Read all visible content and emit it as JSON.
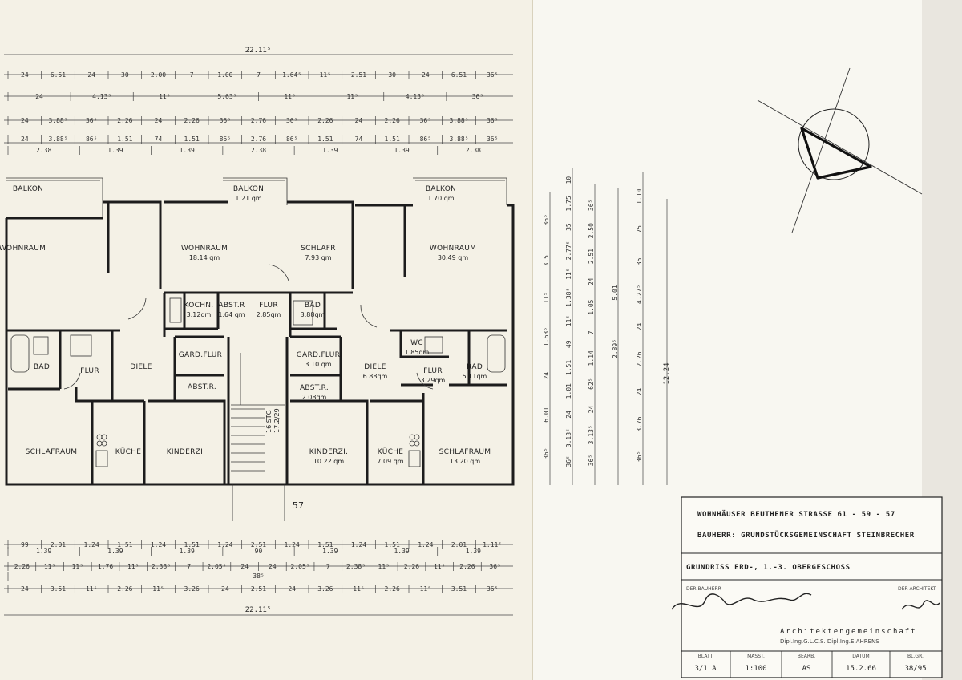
{
  "overall_dimension": "22.11⁵",
  "dimension_rows": {
    "top": [
      [
        "24",
        "6.51",
        "24",
        "30",
        "2.00",
        "7",
        "1.00",
        "7",
        "1.64⁵",
        "11⁵",
        "2.51",
        "30",
        "24",
        "6.51",
        "36⁵"
      ],
      [
        "24",
        "4.13⁵",
        "11⁵",
        "5.63⁵",
        "11⁵",
        "11⁵",
        "4.13⁵",
        "36⁵"
      ],
      [
        "24",
        "3.88⁵",
        "36⁵",
        "2.26",
        "24",
        "2.26",
        "36⁵",
        "2.76",
        "36⁵",
        "2.26",
        "24",
        "2.26",
        "36⁵",
        "3.88⁵",
        "36⁵"
      ],
      [
        "24",
        "3.88⁵",
        "86⁵",
        "1.51",
        "74",
        "1.51",
        "86⁵",
        "2.76",
        "86⁵",
        "1.51",
        "74",
        "1.51",
        "86⁵",
        "3.88⁵",
        "36⁵"
      ],
      [
        "2.38",
        "1.39",
        "1.39",
        "2.38",
        "1.39",
        "1.39",
        "2.38"
      ]
    ],
    "bottom": [
      [
        "99",
        "2.01",
        "1.24",
        "1.51",
        "1.24",
        "1.51",
        "1.24",
        "2.51",
        "1.24",
        "1.51",
        "1.24",
        "1.51",
        "1.24",
        "2.01",
        "1.11⁵"
      ],
      [
        "1.39",
        "1.39",
        "1.39",
        "90",
        "1.39",
        "1.39",
        "1.39"
      ],
      [
        "2.26",
        "11⁵",
        "11⁵",
        "1.76",
        "11⁵",
        "2.38⁵",
        "7",
        "2.05⁵",
        "24",
        "24",
        "2.05⁵",
        "7",
        "2.38⁵",
        "11⁵",
        "2.26",
        "11⁵",
        "2.26",
        "36⁵"
      ],
      [
        "38⁵"
      ],
      [
        "24",
        "3.51",
        "11⁵",
        "2.26",
        "11⁵",
        "3.26",
        "24",
        "2.51",
        "24",
        "3.26",
        "11⁵",
        "2.26",
        "11⁵",
        "3.51",
        "36⁵"
      ]
    ],
    "vertical_a": [
      "36⁵",
      "6.01",
      "24",
      "1.63⁵",
      "11⁵",
      "3.51",
      "36⁵"
    ],
    "vertical_b": [
      "36⁵",
      "3.13⁵",
      "24",
      "1.01",
      "1.51",
      "49",
      "11⁵",
      "1.38⁵",
      "11⁵",
      "2.77⁵",
      "35",
      "1.75",
      "10"
    ],
    "vertical_c": [
      "36⁵",
      "3.13⁵",
      "24",
      "62⁵",
      "1.14",
      "7",
      "1.05",
      "24",
      "2.51",
      "2.50",
      "36⁵"
    ],
    "vertical_d": [
      "36⁵",
      "3.76",
      "24",
      "2.26",
      "24",
      "4.27⁵",
      "35",
      "75",
      "1.10"
    ],
    "vertical_e": [
      "2.89⁵",
      "5.01"
    ],
    "vertical_total": "12.24"
  },
  "rooms": [
    {
      "name": "BALKON",
      "area": ""
    },
    {
      "name": "BALKON",
      "area": "1.21 qm"
    },
    {
      "name": "BALKON",
      "area": "1.70 qm"
    },
    {
      "name": "WOHNRAUM",
      "area": ""
    },
    {
      "name": "WOHNRAUM",
      "area": "18.14 qm"
    },
    {
      "name": "SCHLAFR",
      "area": "7.93 qm"
    },
    {
      "name": "WOHNRAUM",
      "area": "30.49 qm"
    },
    {
      "name": "KOCHN.",
      "area": "3.12qm"
    },
    {
      "name": "ABST.R",
      "area": "1.64 qm"
    },
    {
      "name": "FLUR",
      "area": "2.85qm"
    },
    {
      "name": "BAD",
      "area": "3.88qm"
    },
    {
      "name": "WC",
      "area": "1.85qm"
    },
    {
      "name": "BAD",
      "area": ""
    },
    {
      "name": "FLUR",
      "area": ""
    },
    {
      "name": "DIELE",
      "area": ""
    },
    {
      "name": "GARD.FLUR",
      "area": ""
    },
    {
      "name": "GARD.FLUR",
      "area": "3.10 qm"
    },
    {
      "name": "DIELE",
      "area": "6.88qm"
    },
    {
      "name": "FLUR",
      "area": "3.29qm"
    },
    {
      "name": "BAD",
      "area": "5.11qm"
    },
    {
      "name": "ABST.R.",
      "area": ""
    },
    {
      "name": "ABST.R.",
      "area": "2.08qm"
    },
    {
      "name": "SCHLAFRAUM",
      "area": ""
    },
    {
      "name": "KÜCHE",
      "area": ""
    },
    {
      "name": "KINDERZI.",
      "area": ""
    },
    {
      "name": "KINDERZI.",
      "area": "10.22 qm"
    },
    {
      "name": "KÜCHE",
      "area": "7.09 qm"
    },
    {
      "name": "SCHLAFRAUM",
      "area": "13.20 qm"
    }
  ],
  "stair_labels": [
    "16 STG",
    "17.2/29"
  ],
  "house_number": "57",
  "title_block": {
    "project": "WOHNHÄUSER BEUTHENER STRASSE   61 - 59 - 57",
    "client": "BAUHERR:  GRUNDSTÜCKSGEMEINSCHAFT STEINBRECHER",
    "drawing": "GRUNDRISS  ERD-, 1.-3. OBERGESCHOSS",
    "sig_left_label": "DER BAUHERR",
    "sig_right_label": "DER ARCHITEKT",
    "architect_lines": [
      "Architektengemeinschaft",
      "Dipl.Ing.G.L.C.S. Dipl.Ing.E.AHRENS"
    ],
    "footer": [
      {
        "label": "BLATT",
        "value": "3/1 A"
      },
      {
        "label": "MASST.",
        "value": "1:100"
      },
      {
        "label": "BEARB.",
        "value": "AS"
      },
      {
        "label": "DATUM",
        "value": "15.2.66"
      },
      {
        "label": "BL.GR.",
        "value": "38/95"
      }
    ]
  },
  "colors": {
    "paper": "#f4f1e6",
    "ink": "#1c1c1c"
  }
}
